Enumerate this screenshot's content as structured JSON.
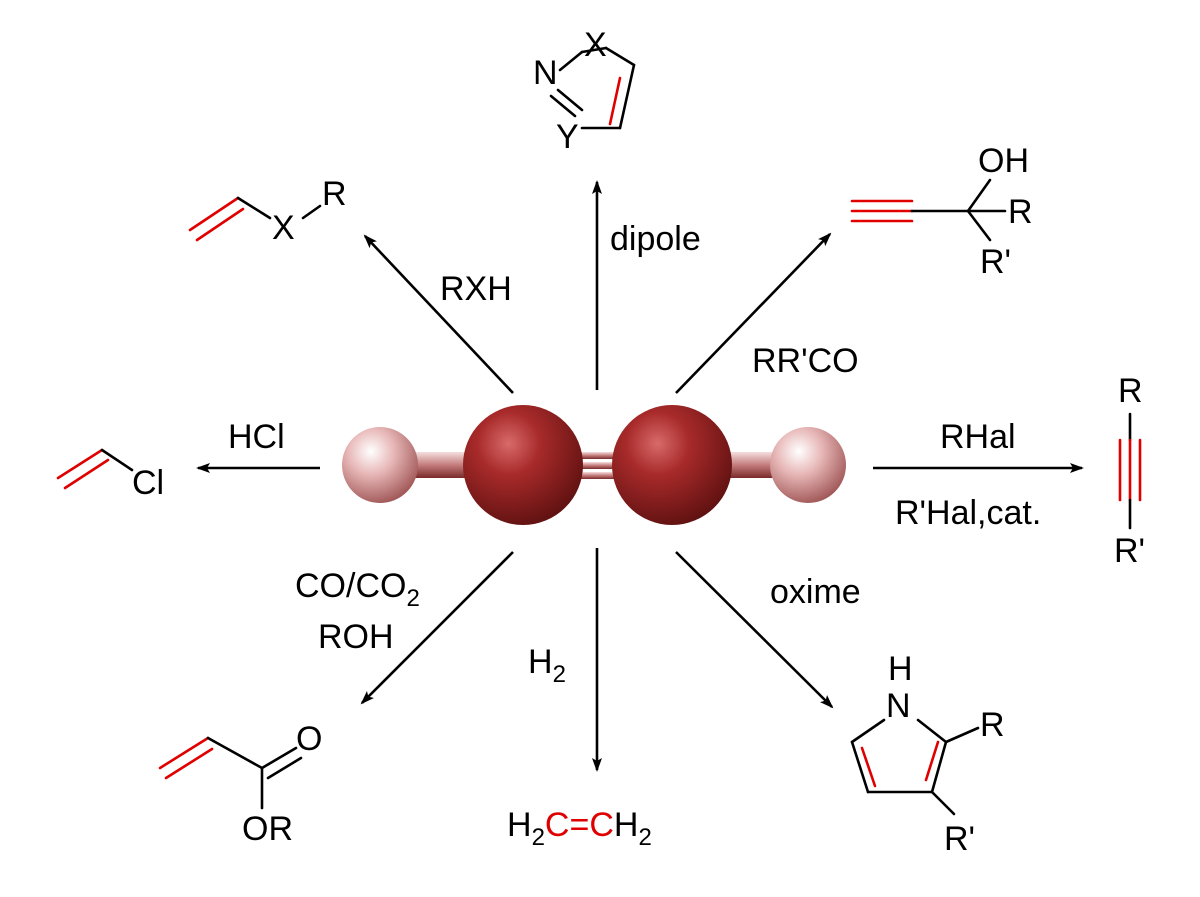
{
  "colors": {
    "highlight": "#e00000",
    "carbon_atom": "#a82a2a",
    "hydrogen_atom": "#e8b8b8",
    "text": "#000000"
  },
  "reagents": {
    "dipole": "dipole",
    "rxh": "RXH",
    "rrco": "RR'CO",
    "hcl": "HCl",
    "rhal": "RHal",
    "rhal_cat": "R'Hal,cat.",
    "co_co2_a": "CO/CO",
    "co_co2_sub": "2",
    "roh": "ROH",
    "h2_base": "H",
    "h2_sub": "2",
    "oxime": "oxime"
  },
  "products": {
    "isoxazole": {
      "x": "X",
      "n": "N",
      "y": "Y"
    },
    "vinyl_ether": {
      "x": "X",
      "r": "R"
    },
    "propargyl_alcohol": {
      "oh": "OH",
      "r": "R",
      "r_prime": "R'"
    },
    "vinyl_chloride": {
      "cl": "Cl"
    },
    "disubstituted_alkyne": {
      "r": "R",
      "r_prime": "R'"
    },
    "acrylate": {
      "o": "O",
      "or": "OR"
    },
    "ethylene": {
      "h_left": "H",
      "sub_left": "2",
      "c_left": "C",
      "dbl": "=",
      "c_right": "C",
      "h_right": "H",
      "sub_right": "2"
    },
    "pyrrole": {
      "h": "H",
      "n": "N",
      "r": "R",
      "r_prime": "R'"
    }
  }
}
